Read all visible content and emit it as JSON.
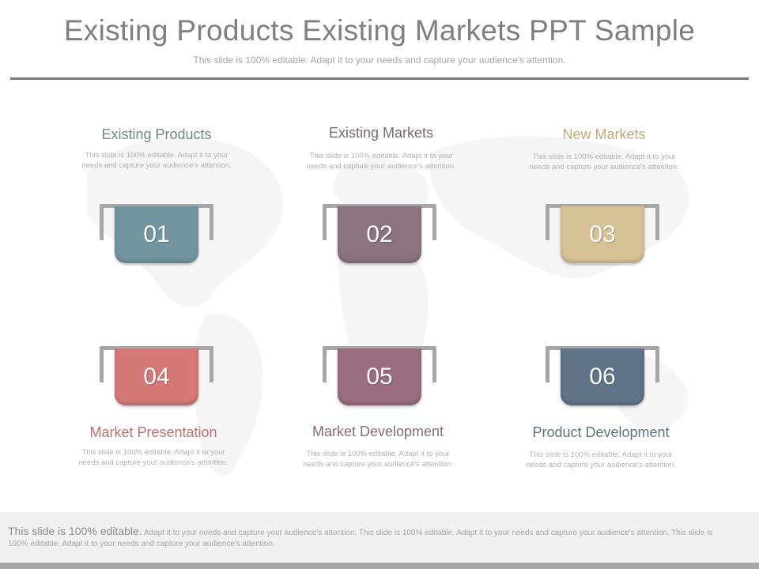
{
  "slide": {
    "title": "Existing Products Existing Markets PPT Sample",
    "subtitle": "This slide is 100% editable. Adapt it to your needs and capture your audience's attention."
  },
  "items": [
    {
      "number": "01",
      "heading": "Existing Products",
      "description": "This slide is 100% editable. Adapt it to your needs and capture your audience's attention.",
      "color": "#7295a0",
      "heading_color": "#6e8790"
    },
    {
      "number": "02",
      "heading": "Existing Markets",
      "description": "This slide is 100% editable. Adapt it to your needs and capture your audience's attention.",
      "color": "#8b7480",
      "heading_color": "#7a6a72"
    },
    {
      "number": "03",
      "heading": "New Markets",
      "description": "This slide is 100% editable. Adapt it to your needs and capture your audience's attention.",
      "color": "#d6c194",
      "heading_color": "#c4a97a"
    },
    {
      "number": "04",
      "heading": "Market Presentation",
      "description": "This slide is 100% editable. Adapt it to your needs and capture your audience's attention.",
      "color": "#d47878",
      "heading_color": "#c46e6e"
    },
    {
      "number": "05",
      "heading": "Market Development",
      "description": "This slide is 100% editable. Adapt it to your needs and capture your audience's attention.",
      "color": "#9a6c80",
      "heading_color": "#8a6a78"
    },
    {
      "number": "06",
      "heading": "Product Development",
      "description": "This slide is 100% editable. Adapt it to your needs and capture your audience's attention.",
      "color": "#5f7489",
      "heading_color": "#5f7085"
    }
  ],
  "footer": {
    "lead": "This slide is 100% editable.",
    "text": " Adapt it to your needs and capture your audience's attention. This slide is 100% editable. Adapt it to your needs and capture your audience's attention. This slide is 100% editable. Adapt it to your needs and capture your audience's attention."
  },
  "background": {
    "map_color": "#f4f4f4"
  }
}
